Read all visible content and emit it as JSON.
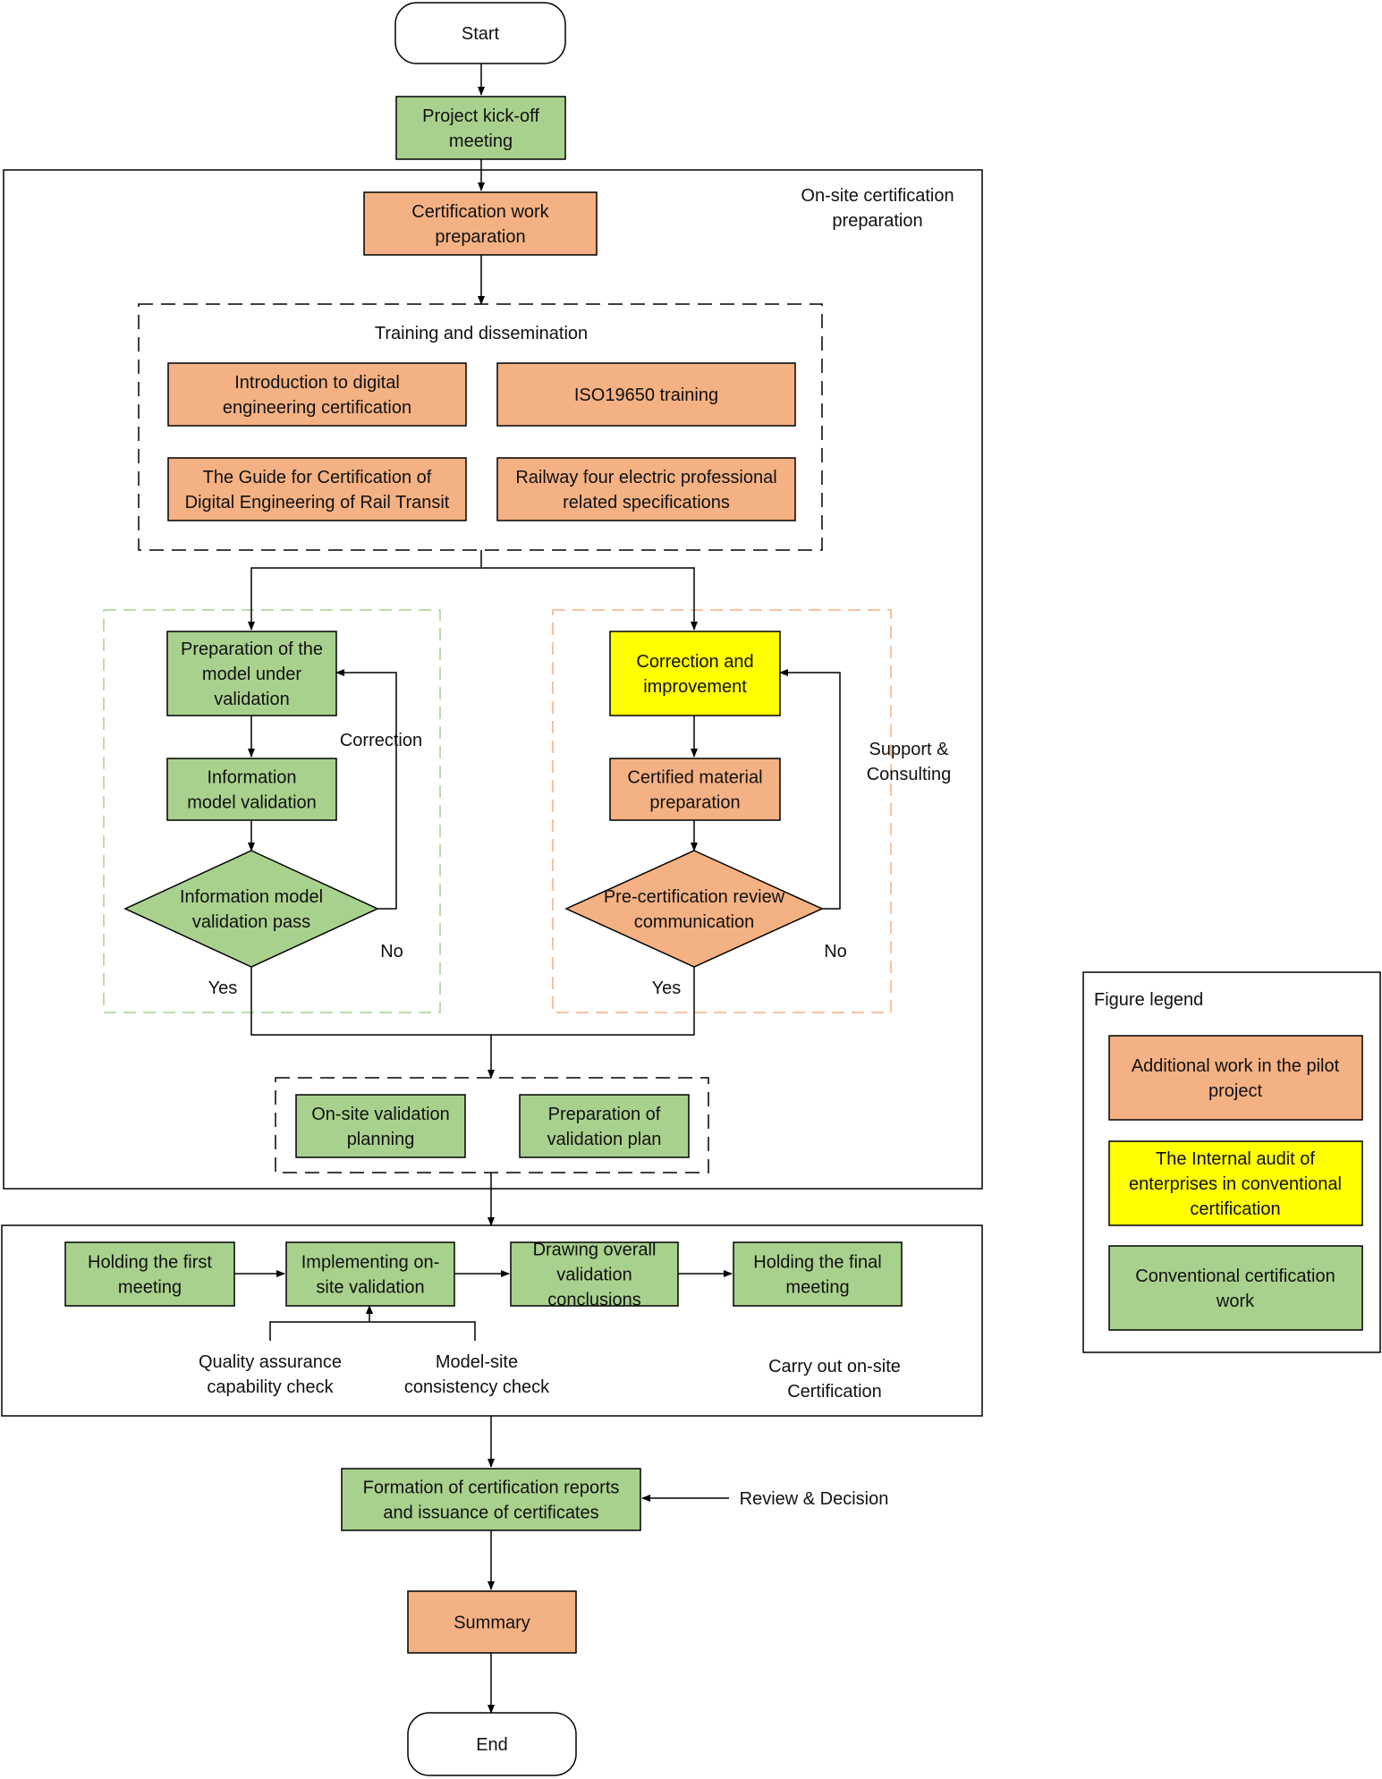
{
  "colors": {
    "orange": "#f4b183",
    "green": "#a9d18e",
    "yellow": "#ffff00",
    "terminal": "#ffffff",
    "line": "#000000",
    "green_dash": "#a9d18e",
    "orange_dash": "#f4b183"
  },
  "nodes": {
    "start": "Start",
    "kickoff": [
      "Project kick-off",
      "meeting"
    ],
    "cert_prep": [
      "Certification work",
      "preparation"
    ],
    "intro_digital": [
      "Introduction to digital",
      "engineering certification"
    ],
    "iso_training": [
      "ISO19650 training"
    ],
    "guide": [
      "The Guide for Certification of",
      "Digital Engineering of Rail Transit"
    ],
    "railway_specs": [
      "Railway four electric professional",
      "related specifications"
    ],
    "prep_model": [
      "Preparation of the",
      "model under",
      "validation"
    ],
    "info_validation": [
      "Information",
      "model validation"
    ],
    "info_pass": [
      "Information model",
      "validation pass"
    ],
    "correction_improve": [
      "Correction and",
      "improvement"
    ],
    "certified_material": [
      "Certified material",
      "preparation"
    ],
    "precert_review": [
      "Pre-certification review",
      "communication"
    ],
    "onsite_planning": [
      "On-site validation",
      "planning"
    ],
    "prep_plan": [
      "Preparation of",
      "validation  plan"
    ],
    "first_meeting": [
      "Holding the first",
      "meeting"
    ],
    "implementing": [
      "Implementing on-",
      "site validation"
    ],
    "drawing": [
      "Drawing overall",
      "validation",
      "conclusions"
    ],
    "final_meeting": [
      "Holding the final",
      "meeting"
    ],
    "formation": [
      "Formation of certification reports",
      "and issuance of certificates"
    ],
    "summary": "Summary",
    "end": "End"
  },
  "labels": {
    "onsite_prep": [
      "On-site certification",
      "preparation"
    ],
    "training": "Training and dissemination",
    "correction": "Correction",
    "support": [
      "Support &",
      "Consulting"
    ],
    "no_left": "No",
    "yes_left": "Yes",
    "no_right": "No",
    "yes_right": "Yes",
    "quality_check": [
      "Quality assurance",
      "capability check"
    ],
    "model_site_check": [
      "Model-site",
      "consistency check"
    ],
    "carry_out": [
      "Carry out on-site",
      "Certification"
    ],
    "review_decision": "Review & Decision"
  },
  "legend": {
    "title": "Figure legend",
    "items": [
      {
        "label": [
          "Additional work in the pilot",
          "project"
        ],
        "color": "#f4b183"
      },
      {
        "label": [
          "The Internal audit  of",
          "enterprises in conventional",
          "certification"
        ],
        "color": "#ffff00"
      },
      {
        "label": [
          "Conventional certification",
          "work"
        ],
        "color": "#a9d18e"
      }
    ]
  }
}
